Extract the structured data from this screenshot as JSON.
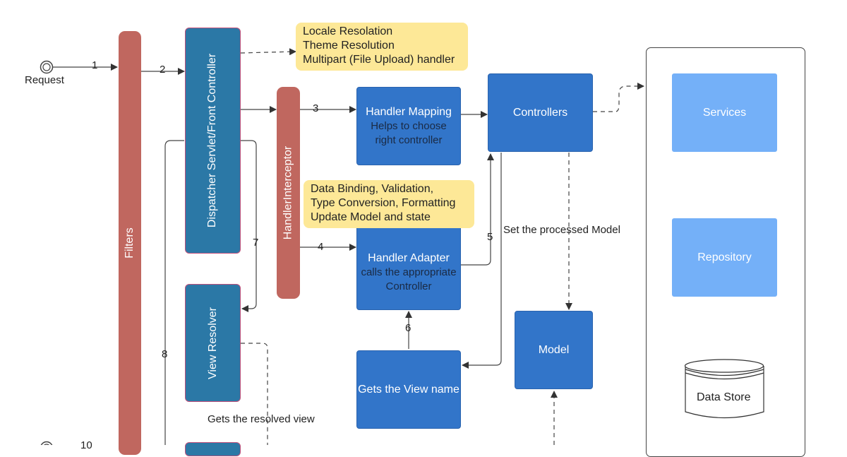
{
  "request": {
    "label": "Request"
  },
  "filters": {
    "label": "Filters"
  },
  "dispatcher": {
    "label": "Dispatcher Servlet/Front Controller"
  },
  "interceptor": {
    "label": "HandlerInterceptor"
  },
  "view_resolver": {
    "label": "View Resolver"
  },
  "handler_mapping": {
    "title": "Handler Mapping",
    "line1": "Helps to choose",
    "line2": "right controller"
  },
  "handler_adapter": {
    "title": "Handler Adapter",
    "line1": "calls the appropriate",
    "line2": "Controller"
  },
  "controllers": {
    "label": "Controllers"
  },
  "view_name": {
    "label": "Gets the View name"
  },
  "model": {
    "label": "Model"
  },
  "services": {
    "label": "Services"
  },
  "repository": {
    "label": "Repository"
  },
  "data_store": {
    "label": "Data Store"
  },
  "note_locale": {
    "line1": "Locale Resolation",
    "line2": "Theme Resolution",
    "line3": "Multipart (File Upload) handler"
  },
  "note_binding": {
    "line1": "Data Binding, Validation,",
    "line2": "Type Conversion, Formatting",
    "line3": "Update Model and state"
  },
  "labels": {
    "set_model": "Set the processed Model",
    "resolved_view": "Gets the resolved view"
  },
  "steps": {
    "s1": "1",
    "s2": "2",
    "s3": "3",
    "s4": "4",
    "s5": "5",
    "s6": "6",
    "s7": "7",
    "s8": "8",
    "s10": "10"
  },
  "colors": {
    "filter_bar": "#c0675f",
    "dispatcher": "#2b78a6",
    "blue_box": "#3275c9",
    "light_box": "#74b0f8",
    "note": "#fde897"
  }
}
